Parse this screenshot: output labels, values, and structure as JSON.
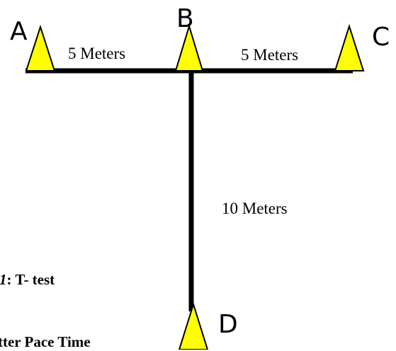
{
  "colors": {
    "line": "#000000",
    "cone_fill": "#ffff00",
    "cone_stroke": "#000000"
  },
  "cones": {
    "a": {
      "label": "A"
    },
    "b": {
      "label": "B"
    },
    "c": {
      "label": "C"
    },
    "d": {
      "label": "D"
    }
  },
  "distances": {
    "a_to_b": "5 Meters",
    "b_to_c": "5 Meters",
    "b_to_d": "10 Meters"
  },
  "caption": {
    "number": "1",
    "text": ": T- test"
  },
  "footer_text": "tter Pace Time"
}
